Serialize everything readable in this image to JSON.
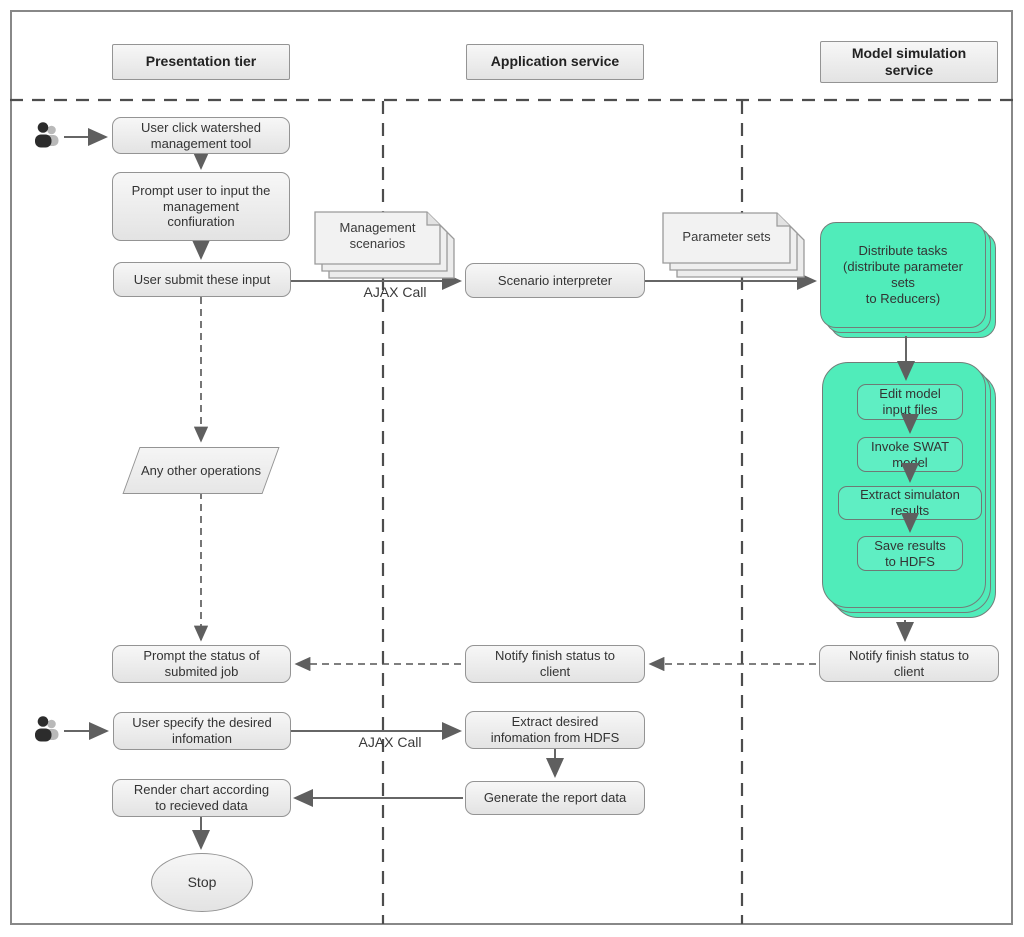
{
  "colors": {
    "accent_green": "#50ecba",
    "box_fill": "#f0f0f0",
    "arrow": "#666666"
  },
  "icons": {
    "actor": "two-person-user-silhouette",
    "document": "stacked-pages-folded-corner"
  },
  "lanes": {
    "presentation": "Presentation tier",
    "application": "Application service",
    "model": "Model simulation\nservice"
  },
  "nodes": {
    "user_click": "User click watershed\nmanagement tool",
    "prompt_input": "Prompt user to input the\nmanagement\nconfiuration",
    "user_submit": "User submit these input",
    "any_other": "Any other operations",
    "prompt_status": "Prompt the status of\nsubmited job",
    "user_specify": "User specify the desired\ninfomation",
    "render_chart": "Render chart according\nto recieved data",
    "stop": "Stop",
    "scenario_interpreter": "Scenario interpreter",
    "notify_app": "Notify finish status to\nclient",
    "extract_desired": "Extract desired\ninfomation from HDFS",
    "generate_report": "Generate the report data",
    "distribute_tasks": "Distribute tasks\n(distribute parameter\nsets\nto Reducers)",
    "edit_model": "Edit model\ninput files",
    "invoke_swat": "Invoke SWAT\nmodel",
    "extract_sim": "Extract simulaton\nresults",
    "save_results": "Save results\nto HDFS",
    "notify_model": "Notify finish status to\nclient"
  },
  "documents": {
    "mgmt_scenarios": "Management\nscenarios",
    "param_sets": "Parameter sets"
  },
  "labels": {
    "ajax_call_1": "AJAX Call",
    "ajax_call_2": "AJAX Call"
  }
}
